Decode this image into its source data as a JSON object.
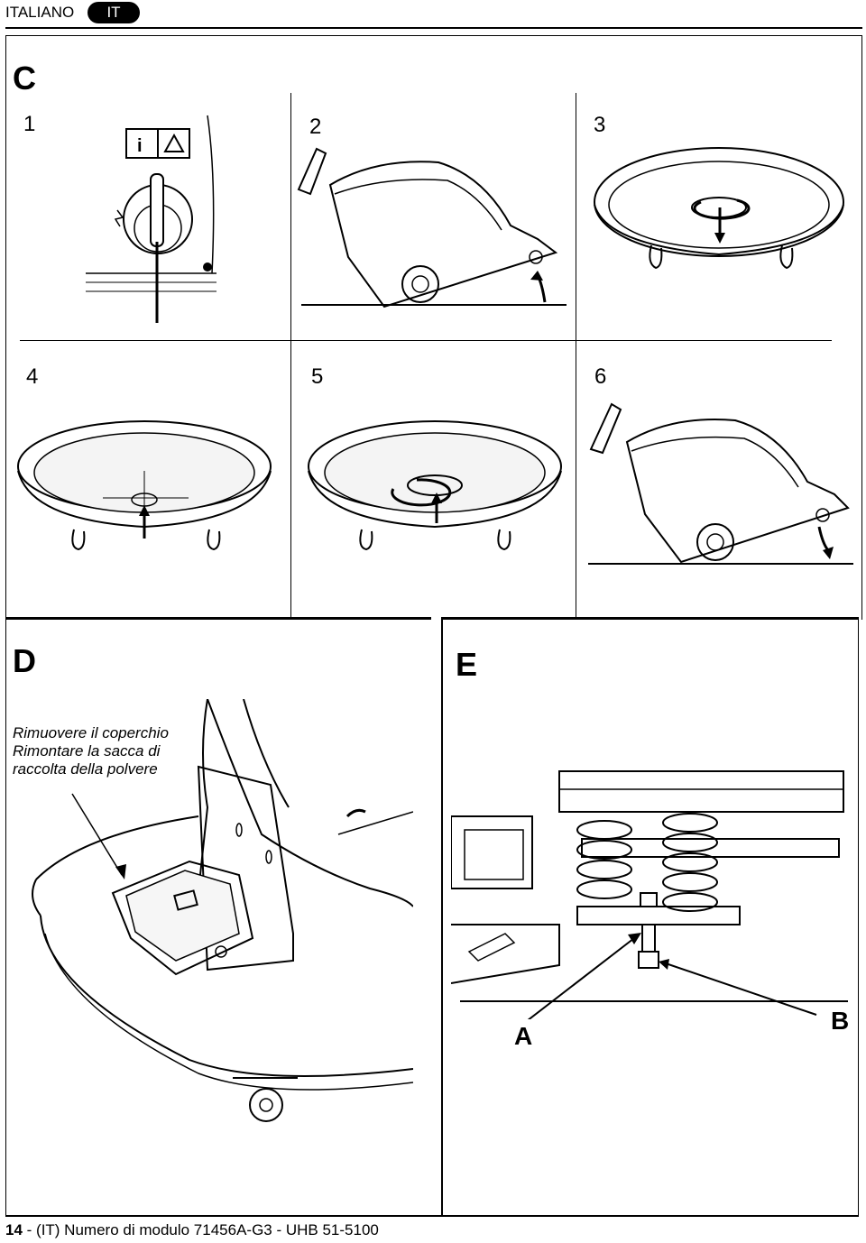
{
  "header": {
    "language": "ITALIANO",
    "lang_code": "IT"
  },
  "section_c": {
    "letter": "C",
    "steps": [
      "1",
      "2",
      "3",
      "4",
      "5",
      "6"
    ]
  },
  "section_d": {
    "letter": "D",
    "caption": "Rimuovere il coperchio\nRimontare la sacca di\nraccolta della polvere"
  },
  "section_e": {
    "letter": "E",
    "label_a": "A",
    "label_b": "B"
  },
  "footer": {
    "page": "14",
    "text": " - (IT) Numero di modulo 71456A-G3 - UHB 51-5100"
  }
}
